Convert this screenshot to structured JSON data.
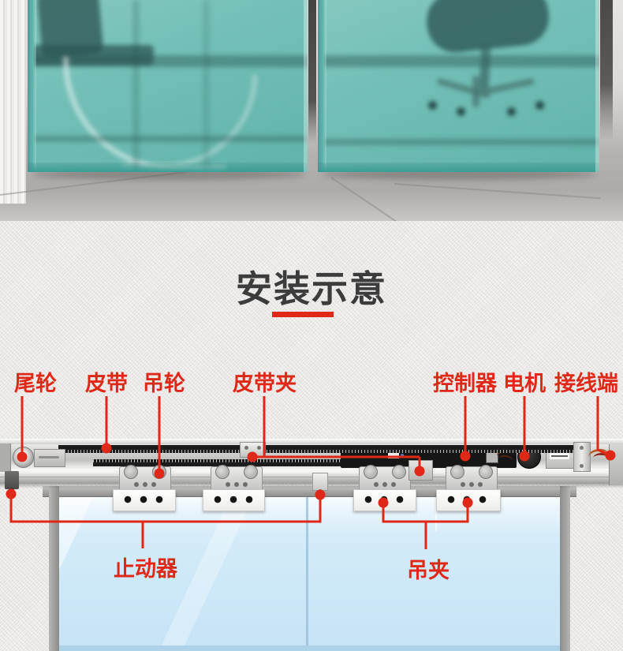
{
  "colors": {
    "accent_red": "#e02818",
    "title_color": "#3c3c3c",
    "glass_teal": "#74c0b8",
    "door_glass_blue": "#cde8f8",
    "track_black": "#161616"
  },
  "installation_section": {
    "title": "安装示意"
  },
  "diagram_labels": {
    "tail_wheel": "尾轮",
    "belt": "皮带",
    "hanging_wheel": "吊轮",
    "belt_clamp": "皮带夹",
    "controller": "控制器",
    "motor": "电机",
    "terminal": "接线端",
    "stopper": "止动器",
    "hanging_clip": "吊夹"
  }
}
